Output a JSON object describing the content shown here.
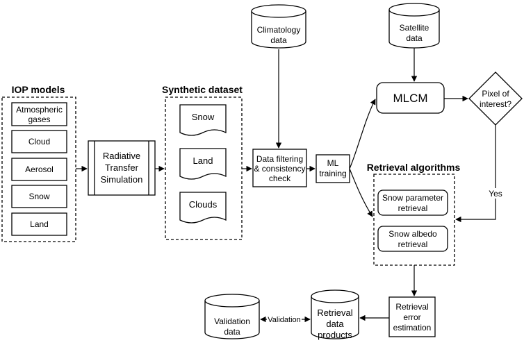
{
  "groups": {
    "iop_models": "IOP models",
    "synthetic_dataset": "Synthetic dataset",
    "retrieval_algorithms": "Retrieval algorithms"
  },
  "iop_items": {
    "atmospheric_1": "Atmospheric",
    "atmospheric_2": "gases",
    "cloud": "Cloud",
    "aerosol": "Aerosol",
    "snow": "Snow",
    "land": "Land"
  },
  "rts": {
    "line1": "Radiative",
    "line2": "Transfer",
    "line3": "Simulation"
  },
  "synthetic_items": {
    "snow": "Snow",
    "land": "Land",
    "clouds": "Clouds"
  },
  "climatology": {
    "line1": "Climatology",
    "line2": "data"
  },
  "satellite": {
    "line1": "Satellite",
    "line2": "data"
  },
  "filtering": {
    "line1": "Data filtering",
    "line2": "& consistency",
    "line3": "check"
  },
  "ml_training": {
    "line1": "ML",
    "line2": "training"
  },
  "mlcm": "MLCM",
  "pixel": {
    "line1": "Pixel of",
    "line2": "interest?"
  },
  "retrievals": {
    "snow_param_1": "Snow parameter",
    "snow_param_2": "retrieval",
    "snow_albedo_1": "Snow albedo",
    "snow_albedo_2": "retrieval"
  },
  "error_estimation": {
    "line1": "Retrieval",
    "line2": "error",
    "line3": "estimation"
  },
  "products": {
    "line1": "Retrieval",
    "line2": "data",
    "line3": "products"
  },
  "validation_data": {
    "line1": "Validation",
    "line2": "data"
  },
  "edge_labels": {
    "yes": "Yes",
    "validation": "Validation"
  }
}
